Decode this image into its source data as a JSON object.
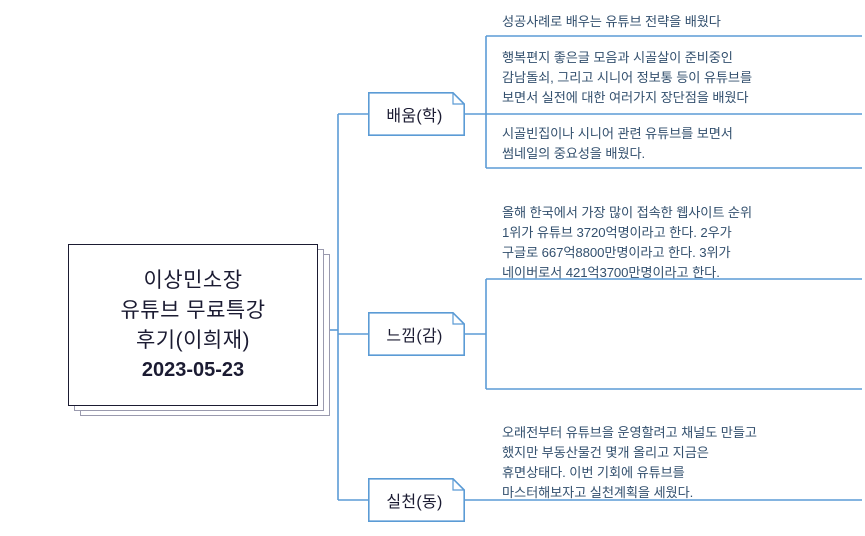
{
  "root": {
    "lines": [
      "이상민소장",
      "유튜브 무료특강",
      "후기(이희재)"
    ],
    "date": "2023-05-23"
  },
  "branches": [
    {
      "id": "learn",
      "label": "배움(학)"
    },
    {
      "id": "feel",
      "label": "느낌(감)"
    },
    {
      "id": "act",
      "label": "실천(동)"
    }
  ],
  "leaves": {
    "learn": [
      {
        "text": "성공사례로  배우는 유튜브 전략을 배웠다"
      },
      {
        "text": "행복편지 좋은글 모음과 시골살이 준비중인\n감남돌쇠, 그리고 시니어 정보통 등이 유튜브를\n보면서 실전에 대한 여러가지 장단점을 배웠다"
      },
      {
        "text": "시골빈집이나 시니어 관련 유튜브를 보면서\n썸네일의 중요성을 배웠다."
      }
    ],
    "feel": [
      {
        "text": "올해 한국에서 가장 많이 접속한 웹사이트 순위\n1위가 유튜브 3720억명이라고 한다. 2우가\n구글로 667억8800만명이라고 한다. 3위가\n네이버로서 421억3700만명이라고 한다."
      },
      {
        "text": ""
      }
    ],
    "act": [
      {
        "text": "오래전부터 유튜브을 운영할려고 채널도 만들고\n했지만 부동산물건 몇개 올리고 지금은\n휴면상태다. 이번 기회에 유튜브를\n마스터해보자고 실천계획을 세웠다."
      }
    ]
  },
  "colors": {
    "connector": "#5B9BD5",
    "leaf_text": "#33506E",
    "root_border": "#1B1B32",
    "root_shadow": "#9A9AAE",
    "background": "#FFFFFF"
  }
}
